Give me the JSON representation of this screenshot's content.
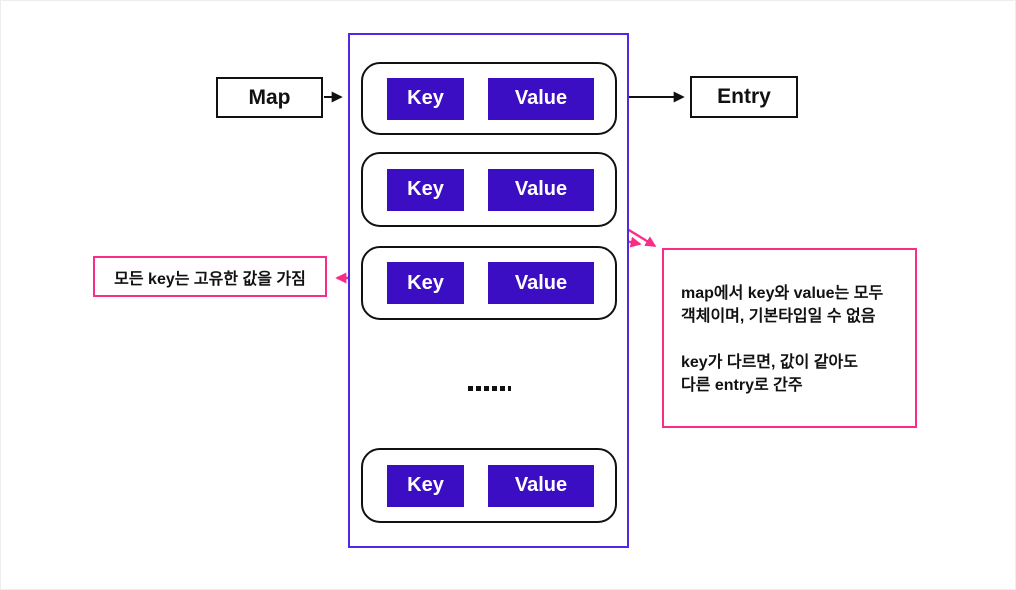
{
  "diagram": {
    "map_label": "Map",
    "entry_label": "Entry",
    "ellipsis": "......",
    "entries": [
      {
        "key": "Key",
        "value": "Value"
      },
      {
        "key": "Key",
        "value": "Value"
      },
      {
        "key": "Key",
        "value": "Value"
      },
      {
        "key": "Key",
        "value": "Value"
      }
    ],
    "left_note": "모든 key는 고유한 값을 가짐",
    "right_note": {
      "lines": [
        "map에서 key와 value는 모두",
        "객체이며, 기본타입일 수 없음",
        "",
        "key가 다르면, 값이 같아도",
        "다른 entry로 간주"
      ]
    },
    "colors": {
      "box_purple": "#3c0ec3",
      "container_border": "#5328e0",
      "note_pink": "#f92d88",
      "line_black": "#111111"
    }
  }
}
